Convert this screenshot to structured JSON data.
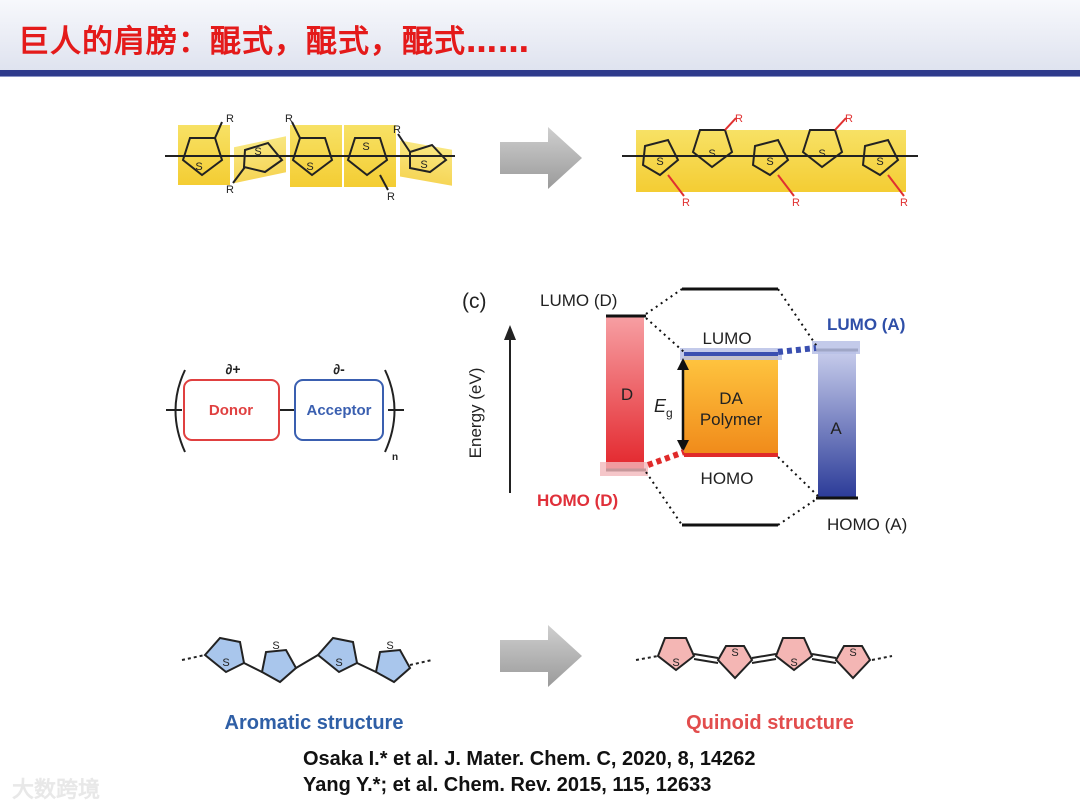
{
  "slide": {
    "title": "巨人的肩膀：醌式，醌式，醌式……",
    "references": [
      "Osaka I.* et al. J. Mater. Chem. C, 2020, 8, 14262",
      "Yang Y.*; et al. Chem. Rev. 2015, 115, 12633"
    ],
    "watermark": "大数跨境"
  },
  "top_panel": {
    "substituent": "R",
    "ring_atom": "S"
  },
  "donor_acceptor": {
    "donor_label": "Donor",
    "acceptor_label": "Acceptor",
    "donor_charge": "∂+",
    "acceptor_charge": "∂-",
    "repeat": "n",
    "colors": {
      "donor": "#e04040",
      "acceptor": "#3a5fb0"
    }
  },
  "energy_diagram": {
    "panel_label": "(c)",
    "y_axis": "Energy (eV)",
    "lumo_d": "LUMO (D)",
    "homo_d": "HOMO (D)",
    "lumo_a": "LUMO (A)",
    "homo_a": "HOMO (A)",
    "lumo": "LUMO",
    "homo": "HOMO",
    "d_box": "D",
    "a_box": "A",
    "da_line1": "DA",
    "da_line2": "Polymer",
    "eg_main": "E",
    "eg_sub": "g",
    "colors": {
      "donor": "#e6323a",
      "acceptor": "#2f3f9a",
      "polymer": "#f5a623"
    }
  },
  "bottom_panel": {
    "aromatic_label": "Aromatic structure",
    "quinoid_label": "Quinoid structure",
    "ring_atom": "S",
    "colors": {
      "aromatic": "#2f5fa6",
      "quinoid": "#e24d4d"
    }
  }
}
